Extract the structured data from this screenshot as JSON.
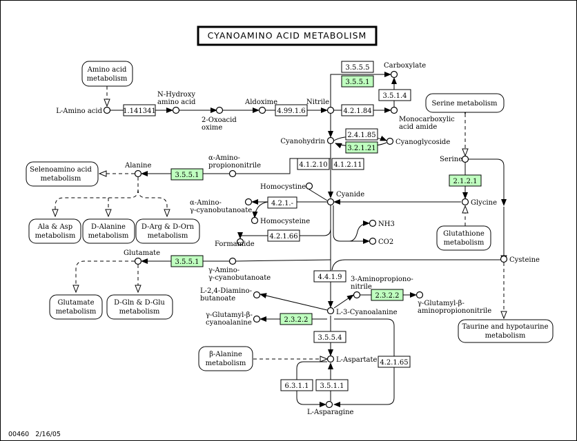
{
  "title": "CYANOAMINO ACID METABOLISM",
  "footer": "00460   2/16/05",
  "enzymes": {
    "e_1141341": "1.141341",
    "e_499_16": "4.99.1.6",
    "e_421_84": "4.2.1.84",
    "e_355_5": "3.5.5.5",
    "e_355_1_top": "3.5.5.1",
    "e_351_4": "3.5.1.4",
    "e_241_85": "2.4.1.85",
    "e_321_21": "3.2.1.21",
    "e_4121_10": "4.1.2.10",
    "e_4121_11": "4.1.2.11",
    "e_355_1_ala": "3.5.5.1",
    "e_421_dash": "4.2.1.-",
    "e_421_66": "4.2.1.66",
    "e_355_1_glu": "3.5.5.1",
    "e_212_1": "2.1.2.1",
    "e_441_9": "4.4.1.9",
    "e_232_2_a": "2.3.2.2",
    "e_232_2_b": "2.3.2.2",
    "e_355_4": "3.5.5.4",
    "e_421_65": "4.2.1.65",
    "e_631_1": "6.3.1.1",
    "e_351_1": "3.5.1.1"
  },
  "maps": {
    "amino_acid": [
      "Amino acid",
      "metabolism"
    ],
    "serine": [
      "Serine metabolism"
    ],
    "selenoamino": [
      "Selenoamino acid",
      "metabolism"
    ],
    "ala_asp": [
      "Ala & Asp",
      "metabolism"
    ],
    "d_alanine": [
      "D-Alanine",
      "metabolism"
    ],
    "d_arg": [
      "D-Arg & D-Orn",
      "metabolism"
    ],
    "glutathione": [
      "Glutathione",
      "metabolism"
    ],
    "glutamate": [
      "Glutamate",
      "metabolism"
    ],
    "d_gln": [
      "D-Gln & D-Glu",
      "metabolism"
    ],
    "taurine": [
      "Taurine and hypotaurine",
      "metabolism"
    ],
    "beta_alanine": [
      "β-Alanine",
      "metabolism"
    ]
  },
  "compounds": {
    "l_amino_acid": [
      "L-Amino acid"
    ],
    "n_hydroxy": [
      "N-Hydroxy",
      "amino acid"
    ],
    "oxoacid": [
      "2-Oxoacid",
      "oxime"
    ],
    "aldoxime": [
      "Aldoxime"
    ],
    "nitrile": [
      "Nitrile"
    ],
    "carboxylate": [
      "Carboxylate"
    ],
    "monocarboxylic": [
      "Monocarboxylic",
      "acid amide"
    ],
    "cyanohydrin": [
      "Cyanohydrin"
    ],
    "cyanoglycoside": [
      "Cyanoglycoside"
    ],
    "alanine": [
      "Alanine"
    ],
    "amino_propio": [
      "α-Amino-",
      "propiononitrile"
    ],
    "homocystine": [
      "Homocystine"
    ],
    "cyanide": [
      "Cyanide"
    ],
    "amino_cyanobut": [
      "α-Amino-",
      "γ-cyanobutanoate"
    ],
    "homocysteine": [
      "Homocysteine"
    ],
    "nh3": [
      "NH3"
    ],
    "co2": [
      "CO2"
    ],
    "formamide": [
      "Formamide"
    ],
    "serine": [
      "Serine"
    ],
    "glycine": [
      "Glycine"
    ],
    "glutamate": [
      "Glutamate"
    ],
    "gamma_amino": [
      "γ-Amino-",
      "γ-cyanobutanoate"
    ],
    "cysteine": [
      "Cysteine"
    ],
    "aminopropiononitrile": [
      "3-Aminopropiono-",
      "nitrile"
    ],
    "diaminobutanoate": [
      "L-2,4-Diamino-",
      "butanoate"
    ],
    "glutamyl_cyanoalanine": [
      "γ-Glutamyl-β-",
      "cyanoalanine"
    ],
    "cyanoalanine": [
      "L-3-Cyanoalanine"
    ],
    "glutamyl_aminopropio": [
      "γ-Glutamyl-β-",
      "aminopropiononitrile"
    ],
    "aspartate": [
      "L-Aspartate"
    ],
    "asparagine": [
      "L-Asparagine"
    ]
  }
}
